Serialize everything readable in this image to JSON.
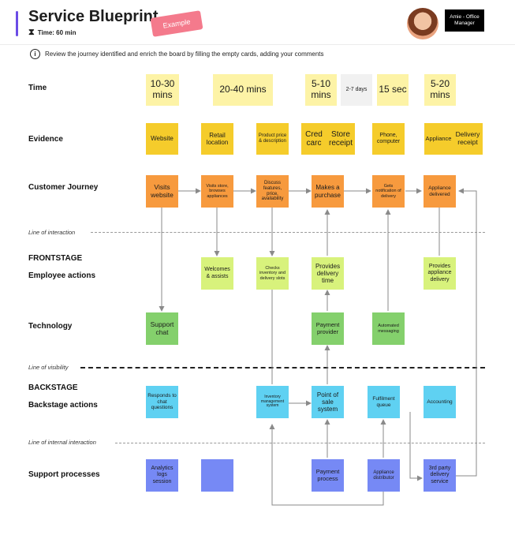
{
  "header": {
    "title": "Service Blueprint",
    "time": "Time: 60 min",
    "badge": "Example",
    "user_role": "Amie - Office Manager"
  },
  "instruction": "Review the journey identified and enrich the board by filling the empty cards, adding your comments",
  "rows": {
    "time": "Time",
    "evidence": "Evidence",
    "journey": "Customer Journey",
    "frontstage": "FRONTSTAGE",
    "employee": "Employee actions",
    "technology": "Technology",
    "backstage": "BACKSTAGE",
    "backstage_actions": "Backstage actions",
    "support": "Support processes"
  },
  "lines": {
    "interaction": "Line of interaction",
    "visibility": "Line of visibility",
    "internal": "Line of internal interaction"
  },
  "time_cards": [
    "10-30 mins",
    "20-40 mins",
    "5-10 mins",
    "2-7 days",
    "15 sec",
    "5-20 mins"
  ],
  "evidence_cards": [
    "Website",
    "Retail location",
    "Product price & description",
    "Cred carc",
    "Store receipt",
    "Phone, computer",
    "Appliance",
    "Delivery receipt"
  ],
  "journey_cards": [
    "Visits website",
    "Visits store, browses appliances",
    "Discuss features, price, availability",
    "Makes a purchase",
    "Gets notification of delivery",
    "Appliance delivered"
  ],
  "employee_cards": [
    "Welcomes & assists",
    "Checks inventory and delivery slots",
    "Provides delivery time",
    "Provides appliance delivery"
  ],
  "technology_cards": [
    "Support chat",
    "Payment provider",
    "Automated messaging"
  ],
  "backstage_cards": [
    "Responds to chat questions",
    "Inventory management system",
    "Point of sale system",
    "Fulfilment queue",
    "Accounting"
  ],
  "support_cards": [
    "Analytics logs session",
    "",
    "Payment process",
    "Appliance distributor",
    "3rd party delivery service"
  ],
  "colors": {
    "accent": "#6b4ce6",
    "badge": "#f47a8c",
    "time": "#fdf3a6",
    "evidence": "#f5cc2b",
    "journey": "#f79a3e",
    "employee": "#d8f27c",
    "technology": "#84d06c",
    "backstage": "#5fd1f2",
    "support": "#7689f5"
  },
  "icons": {
    "timer": "hourglass-icon",
    "info": "info-icon"
  }
}
